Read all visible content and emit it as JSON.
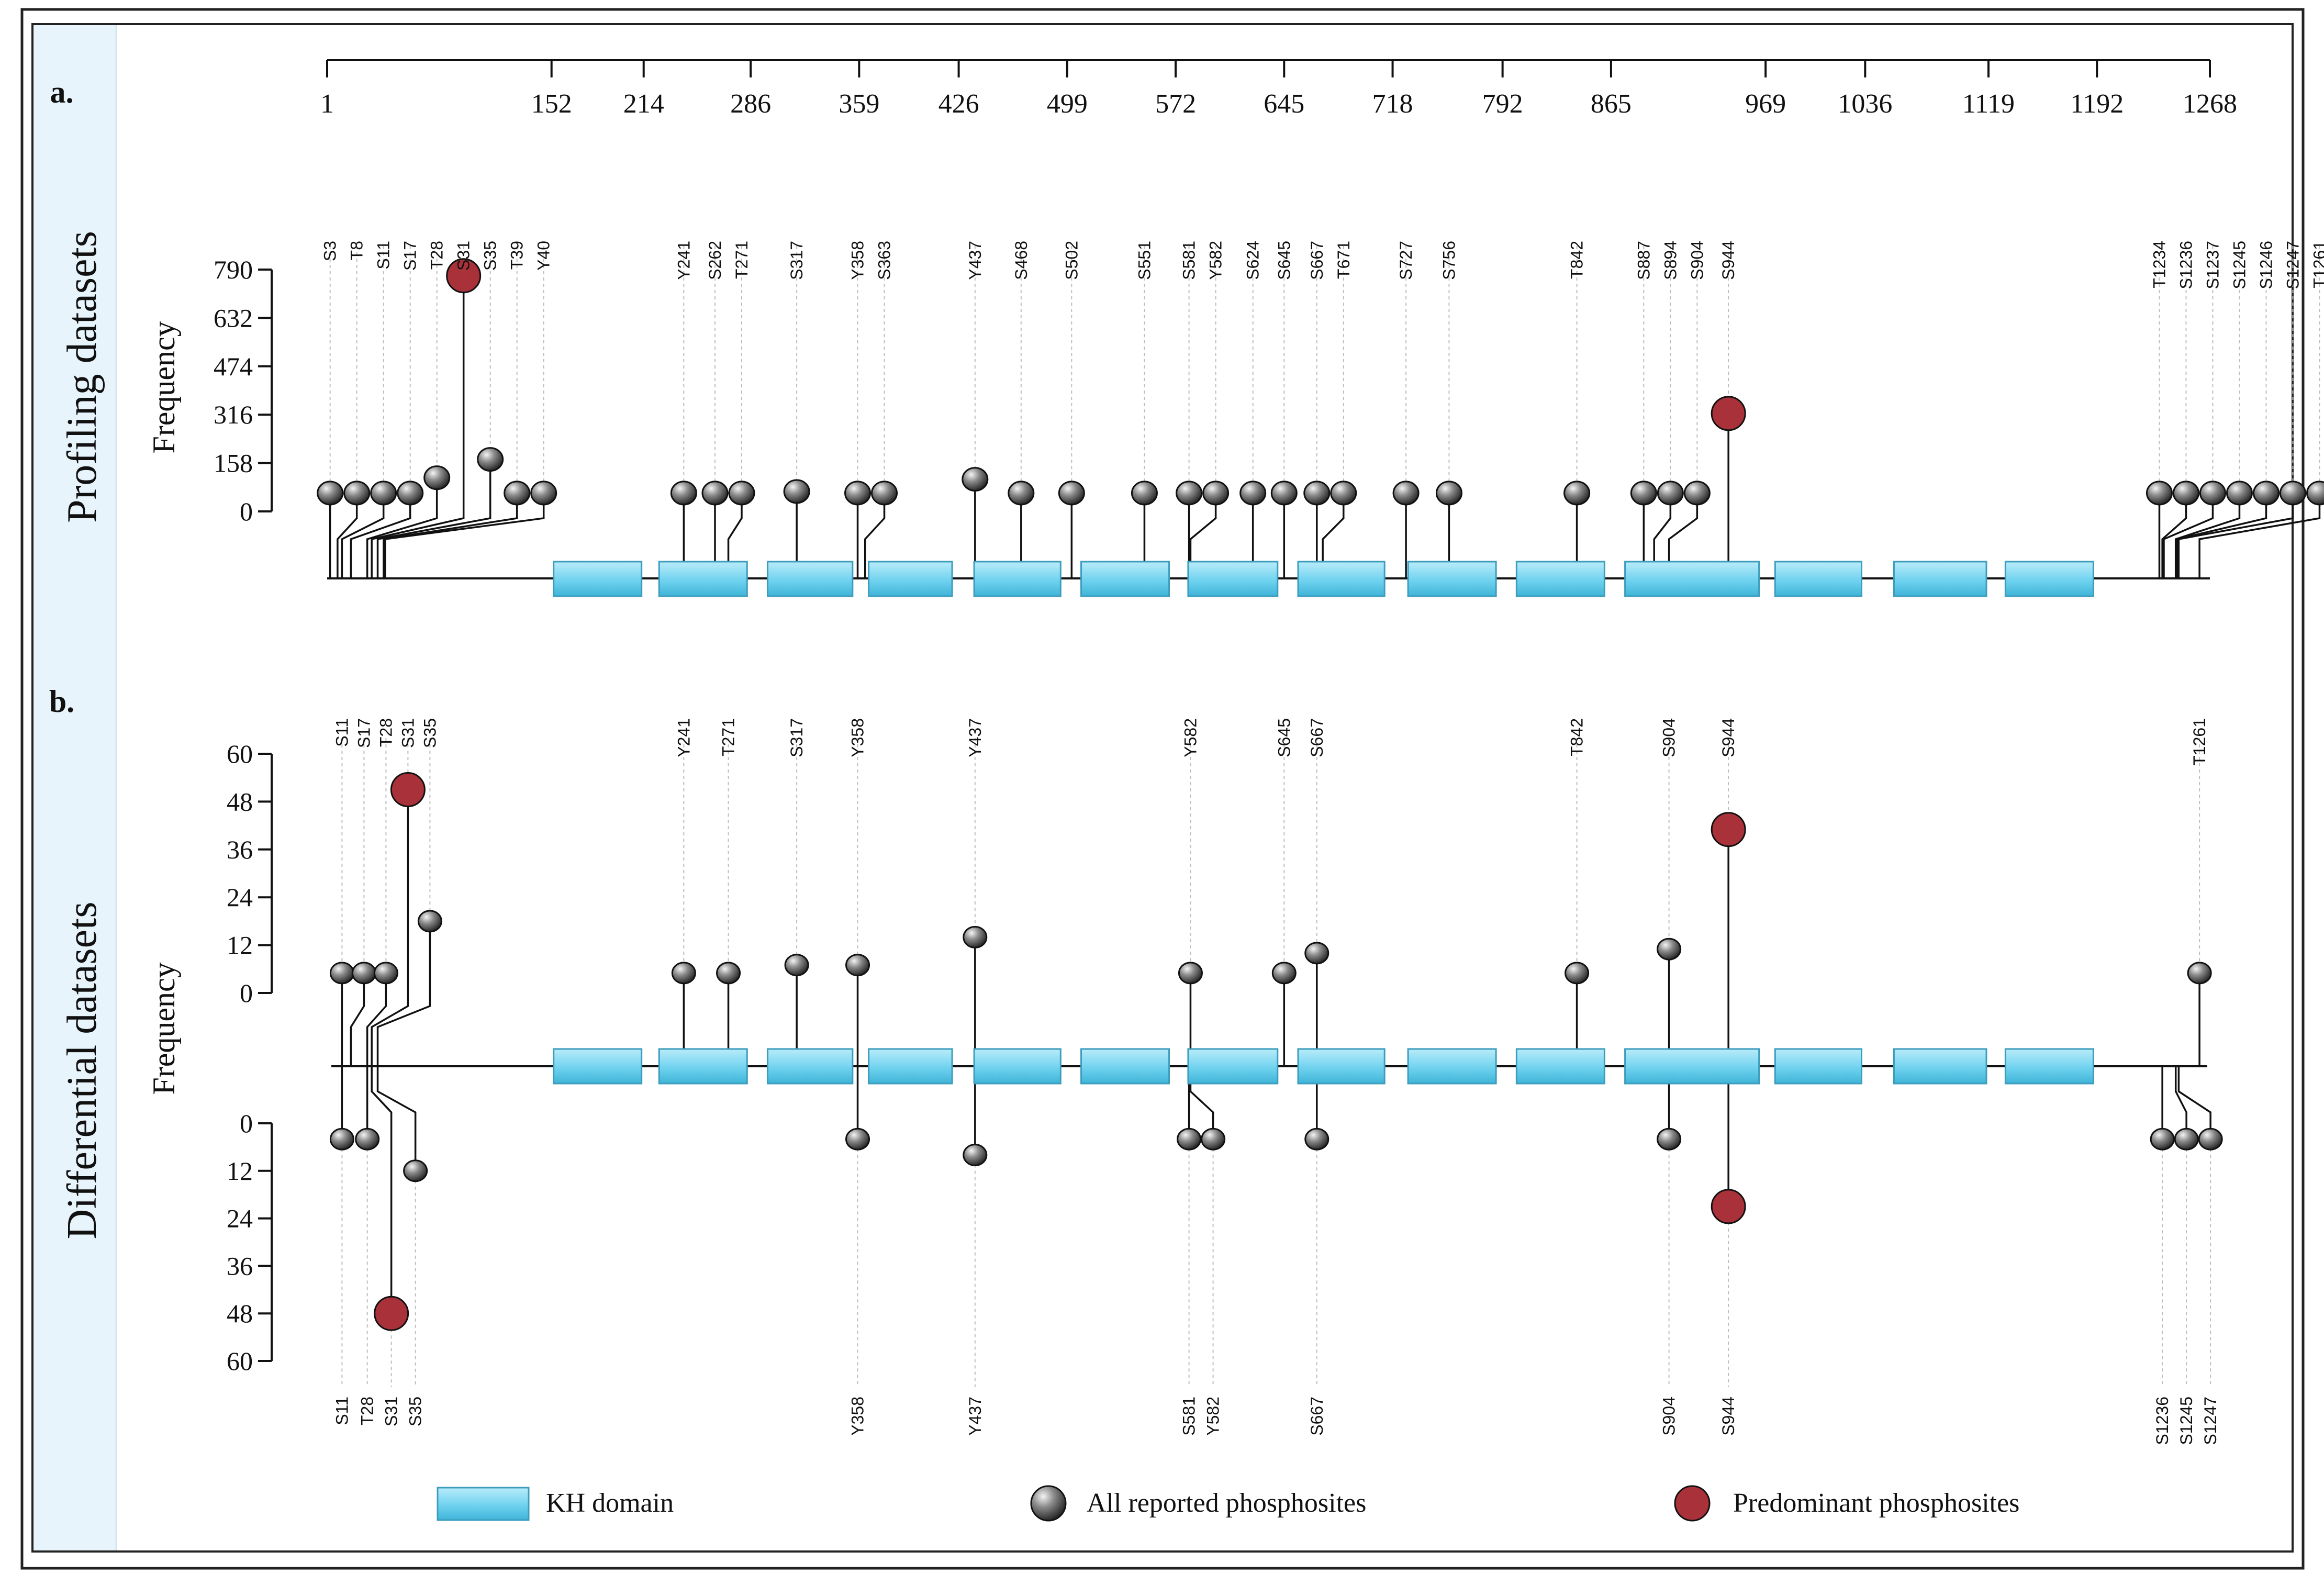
{
  "panels": {
    "a": "a.",
    "b": "b.",
    "a_side": "Profiling datasets",
    "b_side": "Differential datasets"
  },
  "chart_data": [
    {
      "type": "lollipop",
      "panel": "a",
      "xlabel": "",
      "ylabel": "Frequency",
      "axis_ticks": [
        1,
        152,
        214,
        286,
        359,
        426,
        499,
        572,
        645,
        718,
        792,
        865,
        969,
        1036,
        1119,
        1192,
        1268
      ],
      "yticks": [
        0,
        158,
        316,
        474,
        632,
        790
      ],
      "ylim": [
        0,
        790
      ],
      "kh_domains": [
        [
          152,
          214
        ],
        [
          223,
          285
        ],
        [
          296,
          356
        ],
        [
          364,
          423
        ],
        [
          435,
          496
        ],
        [
          507,
          569
        ],
        [
          579,
          642
        ],
        [
          653,
          714
        ],
        [
          727,
          789
        ],
        [
          800,
          862
        ],
        [
          873,
          966
        ],
        [
          974,
          1035
        ],
        [
          1054,
          1119
        ],
        [
          1129,
          1191
        ]
      ],
      "sites": [
        {
          "label": "S3",
          "pos": 3,
          "value": 60,
          "predominant": false
        },
        {
          "label": "T8",
          "pos": 8,
          "value": 60,
          "predominant": false
        },
        {
          "label": "S11",
          "pos": 11,
          "value": 60,
          "predominant": false
        },
        {
          "label": "S17",
          "pos": 17,
          "value": 60,
          "predominant": false
        },
        {
          "label": "T28",
          "pos": 28,
          "value": 110,
          "predominant": false
        },
        {
          "label": "S31",
          "pos": 31,
          "value": 770,
          "predominant": true
        },
        {
          "label": "S35",
          "pos": 35,
          "value": 170,
          "predominant": false
        },
        {
          "label": "T39",
          "pos": 39,
          "value": 60,
          "predominant": false
        },
        {
          "label": "Y40",
          "pos": 40,
          "value": 60,
          "predominant": false
        },
        {
          "label": "Y241",
          "pos": 241,
          "value": 60,
          "predominant": false
        },
        {
          "label": "S262",
          "pos": 262,
          "value": 60,
          "predominant": false
        },
        {
          "label": "T271",
          "pos": 271,
          "value": 60,
          "predominant": false
        },
        {
          "label": "S317",
          "pos": 317,
          "value": 65,
          "predominant": false
        },
        {
          "label": "Y358",
          "pos": 358,
          "value": 60,
          "predominant": false
        },
        {
          "label": "S363",
          "pos": 363,
          "value": 60,
          "predominant": false
        },
        {
          "label": "Y437",
          "pos": 437,
          "value": 105,
          "predominant": false
        },
        {
          "label": "S468",
          "pos": 468,
          "value": 60,
          "predominant": false
        },
        {
          "label": "S502",
          "pos": 502,
          "value": 60,
          "predominant": false
        },
        {
          "label": "S551",
          "pos": 551,
          "value": 60,
          "predominant": false
        },
        {
          "label": "S581",
          "pos": 581,
          "value": 60,
          "predominant": false
        },
        {
          "label": "Y582",
          "pos": 582,
          "value": 60,
          "predominant": false
        },
        {
          "label": "S624",
          "pos": 624,
          "value": 60,
          "predominant": false
        },
        {
          "label": "S645",
          "pos": 645,
          "value": 60,
          "predominant": false
        },
        {
          "label": "S667",
          "pos": 667,
          "value": 60,
          "predominant": false
        },
        {
          "label": "T671",
          "pos": 671,
          "value": 60,
          "predominant": false
        },
        {
          "label": "S727",
          "pos": 727,
          "value": 60,
          "predominant": false
        },
        {
          "label": "S756",
          "pos": 756,
          "value": 60,
          "predominant": false
        },
        {
          "label": "T842",
          "pos": 842,
          "value": 60,
          "predominant": false
        },
        {
          "label": "S887",
          "pos": 887,
          "value": 60,
          "predominant": false
        },
        {
          "label": "S894",
          "pos": 894,
          "value": 60,
          "predominant": false
        },
        {
          "label": "S904",
          "pos": 904,
          "value": 60,
          "predominant": false
        },
        {
          "label": "S944",
          "pos": 944,
          "value": 320,
          "predominant": true
        },
        {
          "label": "T1234",
          "pos": 1234,
          "value": 60,
          "predominant": false
        },
        {
          "label": "S1236",
          "pos": 1236,
          "value": 60,
          "predominant": false
        },
        {
          "label": "S1237",
          "pos": 1237,
          "value": 60,
          "predominant": false
        },
        {
          "label": "S1245",
          "pos": 1245,
          "value": 60,
          "predominant": false
        },
        {
          "label": "S1246",
          "pos": 1246,
          "value": 60,
          "predominant": false
        },
        {
          "label": "S1247",
          "pos": 1247,
          "value": 60,
          "predominant": false
        },
        {
          "label": "T1261",
          "pos": 1261,
          "value": 60,
          "predominant": false
        }
      ]
    },
    {
      "type": "lollipop",
      "panel": "b",
      "xlabel": "",
      "ylabel": "Frequency",
      "yticks": [
        0,
        12,
        24,
        36,
        48,
        60
      ],
      "ylim": [
        -60,
        60
      ],
      "kh_domains": [
        [
          152,
          214
        ],
        [
          223,
          285
        ],
        [
          296,
          356
        ],
        [
          364,
          423
        ],
        [
          435,
          496
        ],
        [
          507,
          569
        ],
        [
          579,
          642
        ],
        [
          653,
          714
        ],
        [
          727,
          789
        ],
        [
          800,
          862
        ],
        [
          873,
          966
        ],
        [
          974,
          1035
        ],
        [
          1054,
          1119
        ],
        [
          1129,
          1191
        ]
      ],
      "up_sites": [
        {
          "label": "S11",
          "pos": 11,
          "value": 5,
          "predominant": false
        },
        {
          "label": "S17",
          "pos": 17,
          "value": 5,
          "predominant": false
        },
        {
          "label": "T28",
          "pos": 28,
          "value": 5,
          "predominant": false
        },
        {
          "label": "S31",
          "pos": 31,
          "value": 51,
          "predominant": true
        },
        {
          "label": "S35",
          "pos": 35,
          "value": 18,
          "predominant": false
        },
        {
          "label": "Y241",
          "pos": 241,
          "value": 5,
          "predominant": false
        },
        {
          "label": "T271",
          "pos": 271,
          "value": 5,
          "predominant": false
        },
        {
          "label": "S317",
          "pos": 317,
          "value": 7,
          "predominant": false
        },
        {
          "label": "Y358",
          "pos": 358,
          "value": 7,
          "predominant": false
        },
        {
          "label": "Y437",
          "pos": 437,
          "value": 14,
          "predominant": false
        },
        {
          "label": "Y582",
          "pos": 582,
          "value": 5,
          "predominant": false
        },
        {
          "label": "S645",
          "pos": 645,
          "value": 5,
          "predominant": false
        },
        {
          "label": "S667",
          "pos": 667,
          "value": 10,
          "predominant": false
        },
        {
          "label": "T842",
          "pos": 842,
          "value": 5,
          "predominant": false
        },
        {
          "label": "S904",
          "pos": 904,
          "value": 11,
          "predominant": false
        },
        {
          "label": "S944",
          "pos": 944,
          "value": 41,
          "predominant": true
        },
        {
          "label": "T1261",
          "pos": 1261,
          "value": 5,
          "predominant": false
        }
      ],
      "down_sites": [
        {
          "label": "S11",
          "pos": 11,
          "value": 4,
          "predominant": false
        },
        {
          "label": "T28",
          "pos": 28,
          "value": 4,
          "predominant": false
        },
        {
          "label": "S31",
          "pos": 31,
          "value": 48,
          "predominant": true
        },
        {
          "label": "S35",
          "pos": 35,
          "value": 12,
          "predominant": false
        },
        {
          "label": "Y358",
          "pos": 358,
          "value": 4,
          "predominant": false
        },
        {
          "label": "Y437",
          "pos": 437,
          "value": 8,
          "predominant": false
        },
        {
          "label": "S581",
          "pos": 581,
          "value": 4,
          "predominant": false
        },
        {
          "label": "Y582",
          "pos": 582,
          "value": 4,
          "predominant": false
        },
        {
          "label": "S667",
          "pos": 667,
          "value": 4,
          "predominant": false
        },
        {
          "label": "S904",
          "pos": 904,
          "value": 4,
          "predominant": false
        },
        {
          "label": "S944",
          "pos": 944,
          "value": 21,
          "predominant": true
        },
        {
          "label": "S1236",
          "pos": 1236,
          "value": 4,
          "predominant": false
        },
        {
          "label": "S1245",
          "pos": 1245,
          "value": 4,
          "predominant": false
        },
        {
          "label": "S1247",
          "pos": 1247,
          "value": 4,
          "predominant": false
        }
      ]
    }
  ],
  "legend": {
    "kh": "KH domain",
    "all": "All reported phosphosites",
    "pred": "Predominant phosphosites"
  },
  "colors": {
    "domain": "#7fd8f0",
    "predominant": "#a8313a",
    "reported": "#6a6a6a",
    "side_panel": "#e8f4fb"
  }
}
